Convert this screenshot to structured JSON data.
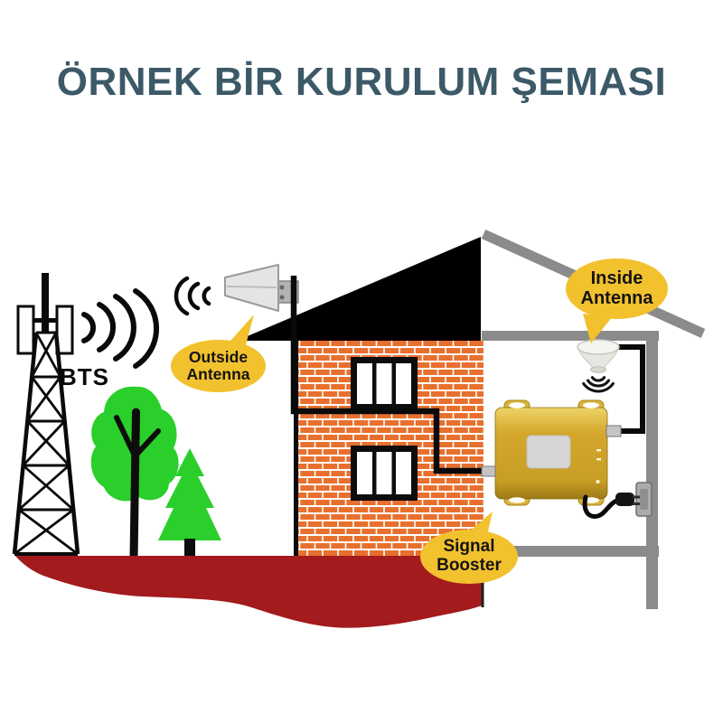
{
  "title": "ÖRNEK BİR KURULUM ŞEMASI",
  "labels": {
    "bts": "BTS",
    "outside_antenna": {
      "line1": "Outside",
      "line2": "Antenna"
    },
    "inside_antenna": {
      "line1": "Inside",
      "line2": "Antenna"
    },
    "signal_booster": {
      "line1": "Signal",
      "line2": "Booster"
    }
  },
  "colors": {
    "title_text": "#3c5968",
    "callout_yellow": "#f2c12e",
    "ground_red": "#a31b1d",
    "tree_green": "#2bcf2b",
    "booster_gold": "#d4a72c",
    "frame_gray": "#8b8b8b",
    "brick_orange": "#e8702e",
    "roof_black": "#000000",
    "cable_black": "#0a0a0a"
  }
}
